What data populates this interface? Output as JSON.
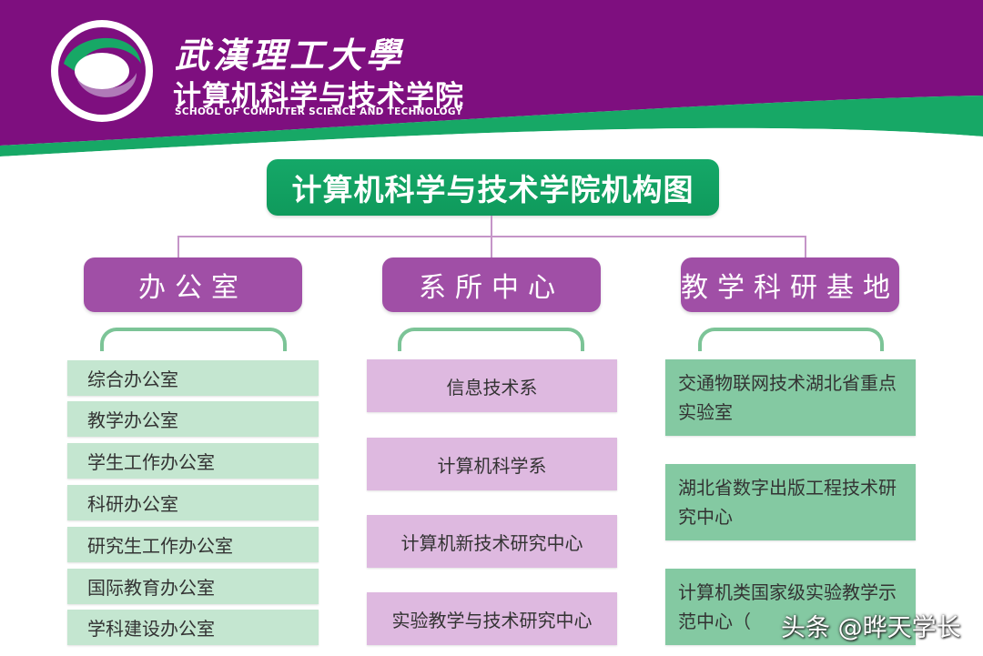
{
  "header": {
    "university": "武漢理工大學",
    "school": "计算机科学与技术学院",
    "school_en": "SCHOOL OF COMPUTER SCIENCE AND TECHNOLOGY"
  },
  "title": "计算机科学与技术学院机构图",
  "categories": [
    {
      "label": "办公室",
      "items": [
        "综合办公室",
        "教学办公室",
        "学生工作办公室",
        "科研办公室",
        "研究生工作办公室",
        "国际教育办公室",
        "学科建设办公室"
      ]
    },
    {
      "label": "系所中心",
      "items": [
        "信息技术系",
        "计算机科学系",
        "计算机新技术研究中心",
        "实验教学与技术研究中心"
      ]
    },
    {
      "label": "教学科研基地",
      "items": [
        "交通物联网技术湖北省重点实验室",
        "湖北省数字出版工程技术研究中心",
        "计算机类国家级实验教学示范中心（"
      ]
    }
  ],
  "watermark": "头条 @晔天学长",
  "colors": {
    "purple": "#7e0f7f",
    "green": "#15a868",
    "category": "#a04fa6"
  }
}
